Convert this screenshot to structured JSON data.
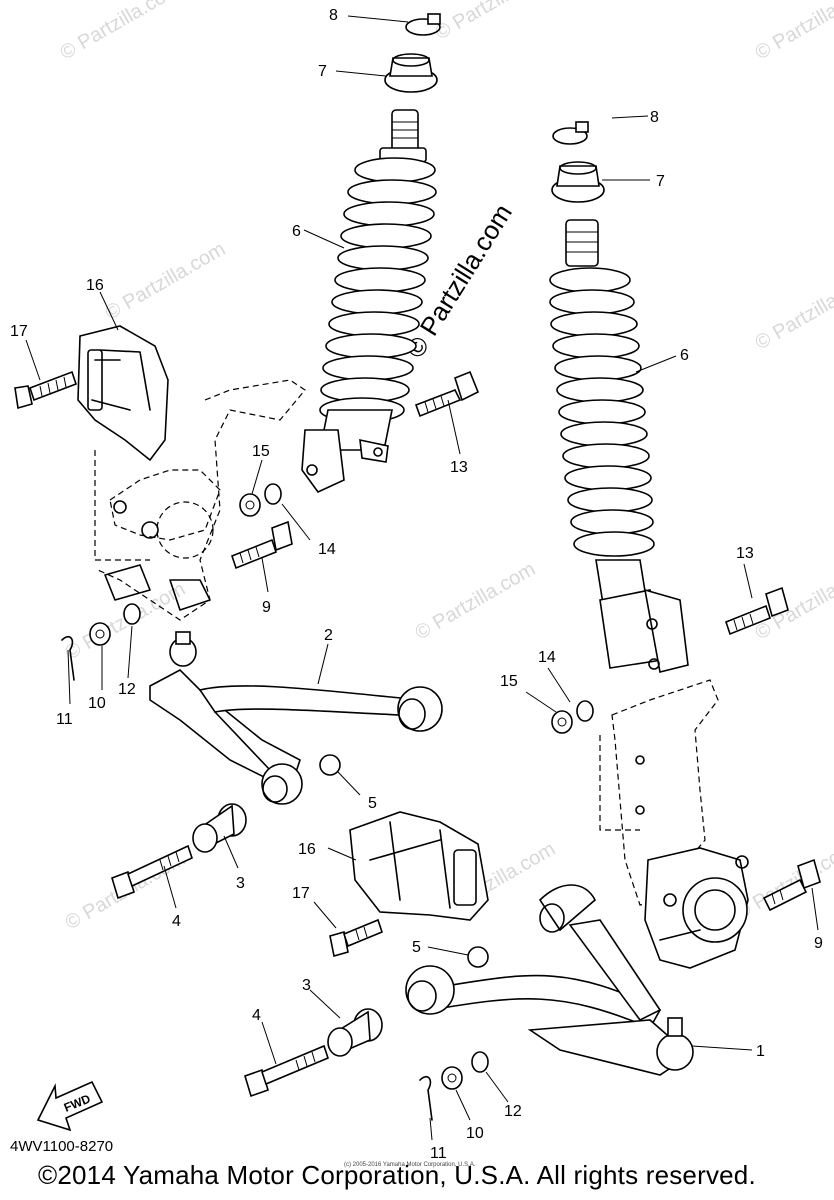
{
  "diagram": {
    "watermark_main": "© Partzilla.com",
    "watermark_repeat": "© Partzilla.com",
    "diagram_code": "4WV1100-8270",
    "copyright": "©2014 Yamaha Motor Corporation, U.S.A. All rights reserved.",
    "small_copyright": "(c) 2005-2016 Yamaha Motor Corporation, U.S.A.",
    "fwd_label": "FWD",
    "callouts": {
      "c1": "1",
      "c2": "2",
      "c3a": "3",
      "c3b": "3",
      "c4a": "4",
      "c4b": "4",
      "c5a": "5",
      "c5b": "5",
      "c6a": "6",
      "c6b": "6",
      "c7a": "7",
      "c7b": "7",
      "c8a": "8",
      "c8b": "8",
      "c9a": "9",
      "c9b": "9",
      "c10a": "10",
      "c10b": "10",
      "c11a": "11",
      "c11b": "11",
      "c12a": "12",
      "c12b": "12",
      "c13a": "13",
      "c13b": "13",
      "c14a": "14",
      "c14b": "14",
      "c15a": "15",
      "c15b": "15",
      "c16a": "16",
      "c16b": "16",
      "c17a": "17",
      "c17b": "17"
    }
  }
}
